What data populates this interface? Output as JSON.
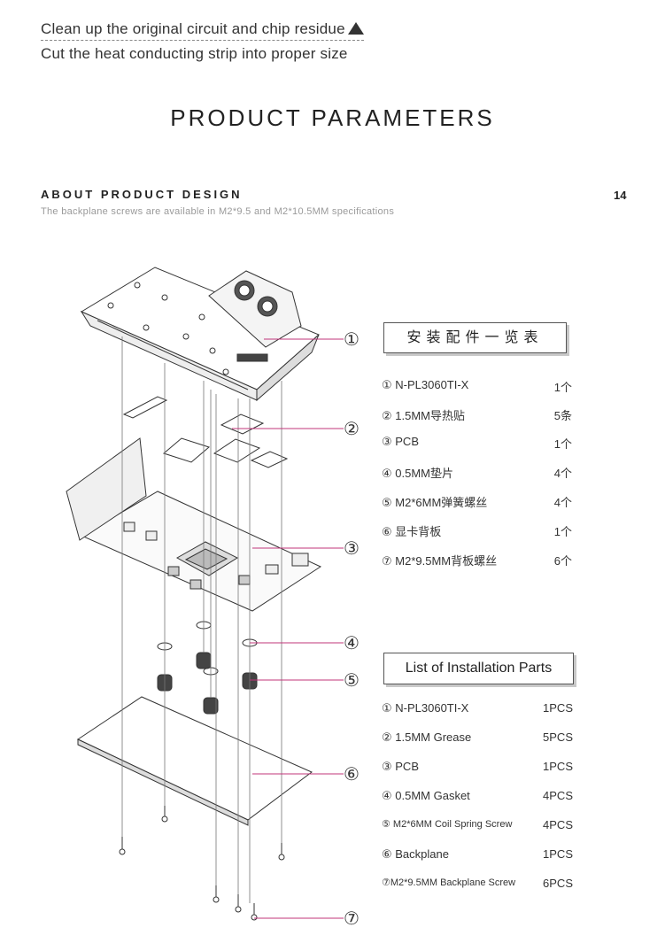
{
  "intro": {
    "line1": "Clean up the original circuit and chip residue",
    "line2": "Cut the heat conducting strip into proper size"
  },
  "title": "PRODUCT PARAMETERS",
  "about": {
    "heading": "ABOUT PRODUCT DESIGN",
    "subtitle": "The backplane screws are available in M2*9.5 and M2*10.5MM specifications",
    "page_number": "14"
  },
  "callouts": [
    "①",
    "②",
    "③",
    "④",
    "⑤",
    "⑥",
    "⑦"
  ],
  "cn_list": {
    "heading": "安装配件一览表",
    "items": [
      {
        "name": "① N-PL3060TI-X",
        "qty": "1个"
      },
      {
        "name": "② 1.5MM导热贴",
        "qty": "5条"
      },
      {
        "name": "③ PCB",
        "qty": "1个"
      },
      {
        "name": "④ 0.5MM垫片",
        "qty": "4个"
      },
      {
        "name": "⑤ M2*6MM弹簧螺丝",
        "qty": "4个"
      },
      {
        "name": "⑥ 显卡背板",
        "qty": "1个"
      },
      {
        "name": "⑦ M2*9.5MM背板螺丝",
        "qty": "6个"
      }
    ]
  },
  "en_list": {
    "heading": "List of Installation Parts",
    "items": [
      {
        "name": "① N-PL3060TI-X",
        "qty": "1PCS"
      },
      {
        "name": "② 1.5MM Grease",
        "qty": "5PCS"
      },
      {
        "name": "③ PCB",
        "qty": "1PCS"
      },
      {
        "name": "④ 0.5MM Gasket",
        "qty": "4PCS"
      },
      {
        "name": "⑤ M2*6MM Coil Spring Screw",
        "qty": "4PCS"
      },
      {
        "name": "⑥ Backplane",
        "qty": "1PCS"
      },
      {
        "name": "⑦M2*9.5MM Backplane Screw",
        "qty": "6PCS"
      }
    ]
  },
  "colors": {
    "callout_line": "#c0357a",
    "text": "#222222",
    "muted": "#9a9a9a"
  }
}
